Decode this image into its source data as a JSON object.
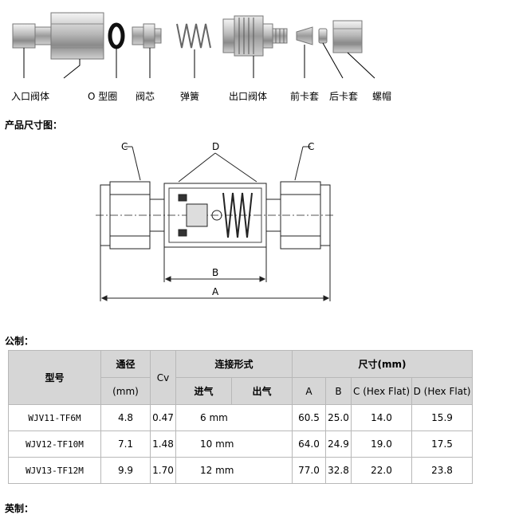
{
  "parts": [
    {
      "label": "入口阀体"
    },
    {
      "label": "O 型圈"
    },
    {
      "label": "阀芯"
    },
    {
      "label": "弹簧"
    },
    {
      "label": "出口阀体"
    },
    {
      "label": "前卡套"
    },
    {
      "label": "后卡套"
    },
    {
      "label": "螺帽"
    }
  ],
  "sections": {
    "dimensions_title": "产品尺寸图：",
    "metric_title": "公制：",
    "imperial_title": "英制："
  },
  "drawing": {
    "label_c": "C",
    "label_d": "D",
    "label_b": "B",
    "label_a": "A"
  },
  "table": {
    "headers": {
      "model": "型号",
      "bore": "通径",
      "bore_unit": "(mm)",
      "cv": "Cv",
      "connection": "连接形式",
      "inlet": "进气",
      "outlet": "出气",
      "size": "尺寸(mm)",
      "a": "A",
      "b": "B",
      "c": "C (Hex Flat)",
      "d": "D (Hex Flat)"
    },
    "rows": [
      {
        "model": "WJV11-TF6M",
        "bore": "4.8",
        "cv": "0.47",
        "conn": "6 mm",
        "a": "60.5",
        "b": "25.0",
        "c": "14.0",
        "d": "15.9"
      },
      {
        "model": "WJV12-TF10M",
        "bore": "7.1",
        "cv": "1.48",
        "conn": "10 mm",
        "a": "64.0",
        "b": "24.9",
        "c": "19.0",
        "d": "17.5"
      },
      {
        "model": "WJV13-TF12M",
        "bore": "9.9",
        "cv": "1.70",
        "conn": "12 mm",
        "a": "77.0",
        "b": "32.8",
        "c": "22.0",
        "d": "23.8"
      }
    ]
  }
}
